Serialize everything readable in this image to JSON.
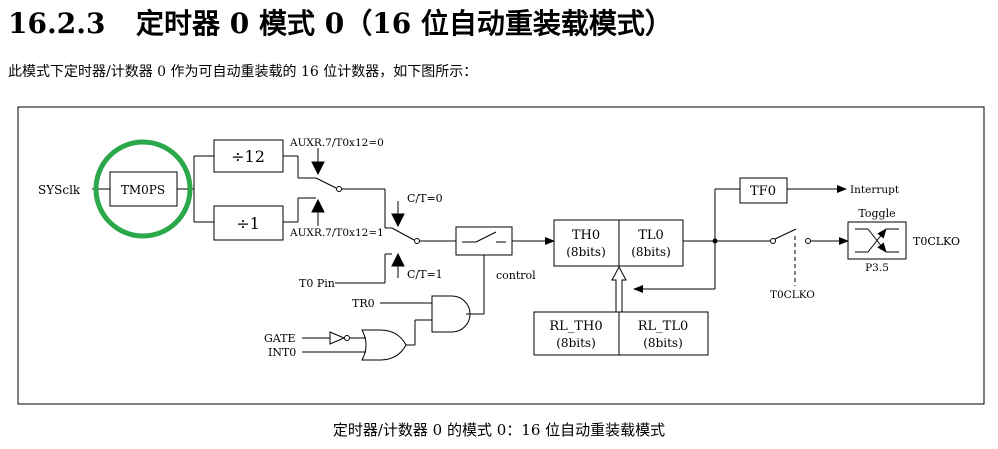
{
  "heading": {
    "number": "16.2.3",
    "title": "定时器 0 模式 0（16 位自动重装载模式）"
  },
  "intro": "此模式下定时器/计数器 0 作为可自动重装载的 16 位计数器，如下图所示：",
  "caption": "定时器/计数器 0 的模式 0：16 位自动重装载模式",
  "diagram": {
    "sysclk": "SYSclk",
    "tm0ps": "TM0PS",
    "div12": "÷12",
    "div1": "÷1",
    "auxr_0": "AUXR.7/T0x12=0",
    "auxr_1": "AUXR.7/T0x12=1",
    "ct0": "C/T=0",
    "ct1": "C/T=1",
    "t0pin": "T0 Pin",
    "control": "control",
    "tr0": "TR0",
    "gate": "GATE",
    "int0": "INT0",
    "th0": "TH0",
    "th0_bits": "(8bits)",
    "tl0": "TL0",
    "tl0_bits": "(8bits)",
    "rl_th0": "RL_TH0",
    "rl_th0_bits": "(8bits)",
    "rl_tl0": "RL_TL0",
    "rl_tl0_bits": "(8bits)",
    "tf0": "TF0",
    "interrupt": "Interrupt",
    "t0clko_switch": "T0CLKO",
    "toggle": "Toggle",
    "p35": "P3.5",
    "t0clko_out": "T0CLKO",
    "highlight_color": "#2aa84a"
  }
}
